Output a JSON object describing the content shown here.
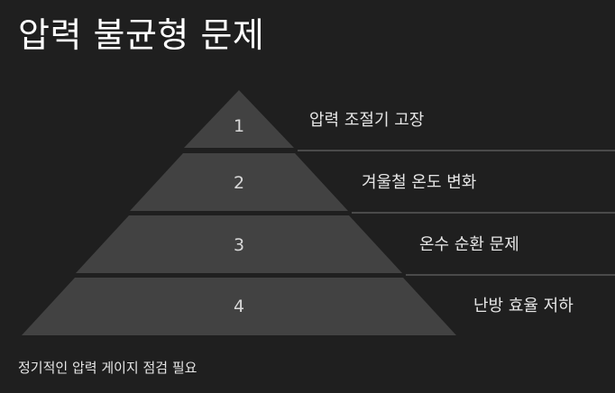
{
  "title": "압력 불균형 문제",
  "tiers": [
    {
      "number": "1",
      "label": "압력 조절기 고장"
    },
    {
      "number": "2",
      "label": "겨울철 온도 변화"
    },
    {
      "number": "3",
      "label": "온수 순환 문제"
    },
    {
      "number": "4",
      "label": "난방 효율 저하"
    }
  ],
  "footnote": "정기적인 압력 게이지 점검 필요",
  "colors": {
    "background": "#1f1f1f",
    "tier_fill": "#424242",
    "divider": "#4a4a4a",
    "text": "#ffffff"
  }
}
